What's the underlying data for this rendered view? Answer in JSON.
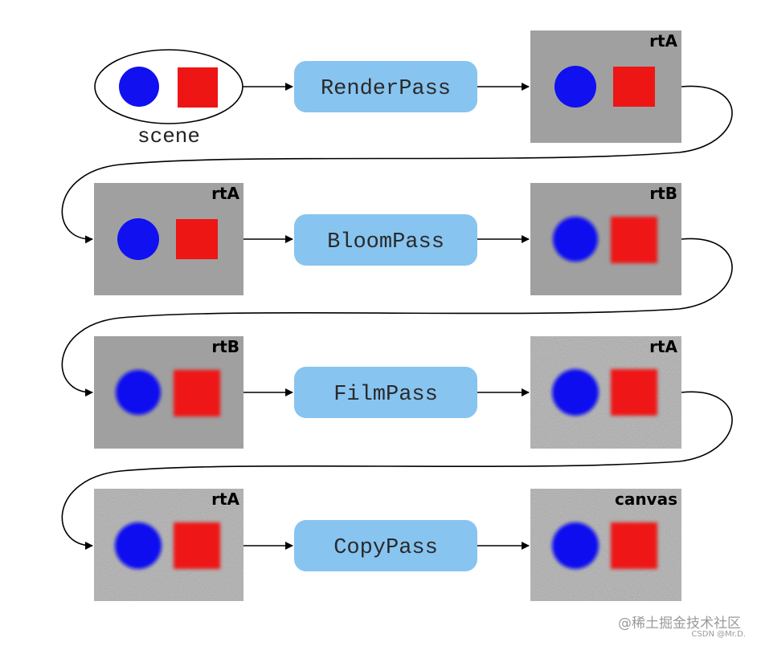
{
  "scene": {
    "label": "scene",
    "colors": {
      "circle": "#1010f0",
      "square": "#ee1515"
    }
  },
  "colors": {
    "pass_fill": "#88c4f0",
    "target_gray": "#a0a0a0",
    "noise_gray": "#aeaeae"
  },
  "rows": [
    {
      "pass": "RenderPass",
      "input": {
        "label": "",
        "style": "scene"
      },
      "output": {
        "label": "rtA",
        "style": "plain"
      }
    },
    {
      "pass": "BloomPass",
      "input": {
        "label": "rtA",
        "style": "plain"
      },
      "output": {
        "label": "rtB",
        "style": "blur"
      }
    },
    {
      "pass": "FilmPass",
      "input": {
        "label": "rtB",
        "style": "blur"
      },
      "output": {
        "label": "rtA",
        "style": "noise"
      }
    },
    {
      "pass": "CopyPass",
      "input": {
        "label": "rtA",
        "style": "noise"
      },
      "output": {
        "label": "canvas",
        "style": "noise"
      }
    }
  ],
  "watermark": {
    "line1": "@稀土掘金技术社区",
    "line2": "CSDN @Mr.D."
  }
}
